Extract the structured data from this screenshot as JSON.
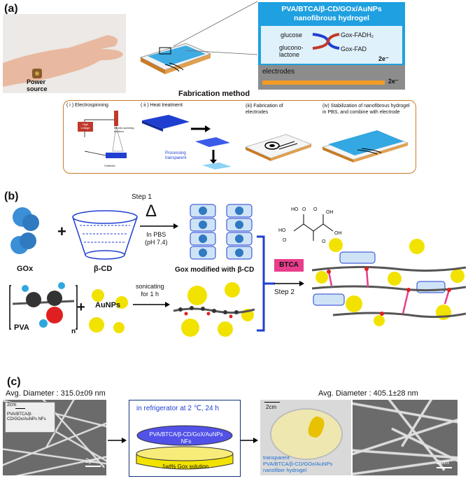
{
  "panels": {
    "a": "(a)",
    "b": "(b)",
    "c": "(c)"
  },
  "panel_a": {
    "power_source": "Power\nsource",
    "hydrogel_title_line1": "PVA/BTCA/β-CD/GOx/AuNPs",
    "hydrogel_title_line2": "nanofibrous hydrogel",
    "glucose": "glucose",
    "gluconolactone": "glucono-\nlactone",
    "gox_fadh2": "Gox-FADH₂",
    "gox_fad": "Gox-FAD",
    "electron1": "2e⁻",
    "electron2": "2e⁻",
    "electrodes": "electrodes",
    "fabrication_title": "Fabrication method",
    "steps": [
      "( i ) Electrospinning",
      "( ii ) Heat treatment",
      "(iii) Fabrication of electrodes",
      "(iv) Stabilization of nanofibrous hydrogel in PBS, and combine with electrode"
    ],
    "high_voltage": "High voltage",
    "collector": "Collector",
    "electrospinning_solution": "Electro spinning solution",
    "processing": "Processing transparent"
  },
  "panel_b": {
    "step1": "Step 1",
    "step2": "Step 2",
    "gox": "GOx",
    "bcd": "β-CD",
    "delta": "Δ",
    "in_pbs": "In PBS\n(pH 7.4)",
    "gox_modified": "Gox modified with β-CD",
    "pva": "PVA",
    "n": "n",
    "aunps": "AuNPs",
    "sonicating": "sonicating\nfor 1 h",
    "btca": "BTCA",
    "btca_groups": [
      "HO",
      "O",
      "O",
      "OH",
      "HO",
      "O",
      "OH",
      "O"
    ]
  },
  "panel_c": {
    "avg_left_label": "Avg. Diameter :",
    "avg_left_value": "315.0±09 nm",
    "avg_right_label": "Avg. Diameter :",
    "avg_right_value": "405.1±28 nm",
    "inset_scale": "2cm",
    "inset_text": "PVA/BTCA/β-CD/GOx/AuNPs NFs",
    "scale_left": "2μm",
    "scale_right": "2μm",
    "fridge_title": "in refrigerator at 2 ℃, 24 h",
    "disc_label": "PVA/BTCA/β-CD/GoX/AuNPs NFs",
    "solution_label": "1wt% Gox solution",
    "photo_scale": "2cm",
    "photo_caption": "transparent\nPVA/BTCA/β-CD/GOx/AuNPs\nnanofiber hydrogel"
  },
  "colors": {
    "hydrogel_blue": "#1fa0e0",
    "electrode_orange": "#f29b22",
    "fab_border": "#c97b26",
    "btca_pink": "#e83e8c",
    "bracket_blue": "#1f3fd1"
  }
}
